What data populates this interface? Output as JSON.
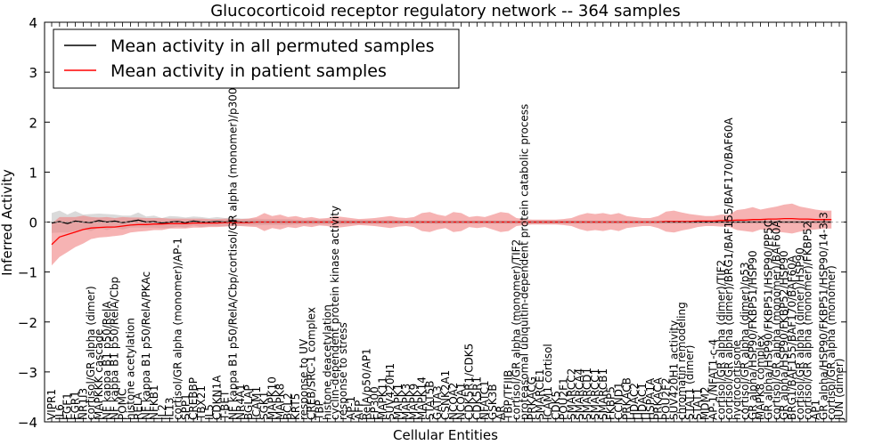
{
  "chart_data": {
    "type": "line",
    "title": "Glucocorticoid receptor regulatory network -- 364 samples",
    "xlabel": "Cellular Entities",
    "ylabel": "Inferred Activity",
    "ylim": [
      -4,
      4
    ],
    "yticks": [
      -4,
      -3,
      -2,
      -1,
      0,
      1,
      2,
      3,
      4
    ],
    "grid": false,
    "legend_position": "top-left",
    "categories": [
      "VIPR1",
      "IL6",
      "FGF1",
      "EGR1",
      "NR1I3",
      "cortisol/GR alpha (dimer)",
      "MAPKKK cascade",
      "NF kappa B1 p50/RelA",
      "NF kappa B1 p50/RelA/Cbp",
      "POMC",
      "histone acetylation",
      "RELA",
      "NF kappa B1 p50/RelA/PKAc",
      "NFKB1",
      "IL2",
      "IL13",
      "cortisol/GR alpha (monomer)/AP-1",
      "SPP1",
      "CREBBP",
      "TBX21",
      "IL5",
      "CDKN1A",
      "T-BET",
      "NF kappa B1 p50/RelA/Cbp/cortisol/GR alpha (monomer)/p300",
      "NR4A1",
      "BGLAP",
      "ICAM1",
      "SGK1",
      "MAPK10",
      "MAPK8",
      "BCL2",
      "KRT5",
      "response to UV",
      "CREB/SRC-1 complex",
      "TBP",
      "histone deacetylation",
      "cyclin-dependent protein kinase activity",
      "response to stress",
      "AP-1",
      "AFP",
      "RelA/p50/AP1",
      "EP300",
      "MAPK11",
      "SUV420H1",
      "MAPK1",
      "MAPK3",
      "MAPK9",
      "MAPK14",
      "STAT5B",
      "GATA3",
      "CSNK2A1",
      "NCOA2",
      "NCOA1",
      "CDK5R1/CDK5",
      "CDK5R1",
      "NFATC1",
      "GSK3B",
      "AR",
      "TBP/TFIIB",
      "cortisol/GR alpha (monomer)/TIF2",
      "proteasomal ubiquitin-dependent protein catabolic process",
      "PRKACG",
      "SMARCE1",
      "ICAM1 cortisol",
      "CDK5",
      "POU2F1",
      "SMARCC2",
      "SMARCA4",
      "SMARCD1",
      "SMARCC1",
      "SMARCB1",
      "FKBP5",
      "CCND1",
      "PRKACB",
      "HDAC2",
      "HDAC1",
      "HSPA1A",
      "PRKACA",
      "POU2F2",
      "SUV420H1 activity",
      "chromatin remodeling",
      "STAT1 (dimer)",
      "STAT1",
      "MDM2",
      "AP-1/NFAT1-c-4",
      "cortisol/GR alpha (dimer)/TIF2",
      "cortisol/GR alpha (dimer)/BRG1/BAF155/BAF170/BAF60A",
      "hydrocortisone",
      "cortisol/GR alpha (dimer)/p53",
      "GR alpha/HSP90/FKBP51/HSP90",
      "MAPK8 complex",
      "GR alpha/HSP90/FKBP51/HSP90/PP5C",
      "cortisol/GR alpha (monomer)/BAF60A",
      "GR alpha/HSP90/FKBP52/HSP90",
      "BRG1/BAF155/BAF170/BAF60A",
      "cortisol/GR alpha (dimer)/HSP90",
      "cortisol/GR alpha (monomer)/FKBP52",
      "AP1",
      "GR alpha/HSP90/FKBP51/HSP90/14-3-3",
      "cortisol/GR alpha (monomer)",
      "JUN (dimer)"
    ],
    "series": [
      {
        "name": "Mean activity in all permuted samples",
        "color": "#000000",
        "values": [
          -0.02,
          0.01,
          -0.03,
          0.02,
          0.0,
          -0.01,
          0.03,
          0.0,
          0.02,
          -0.01,
          0.01,
          0.04,
          0.0,
          0.01,
          -0.02,
          0.0,
          0.01,
          -0.01,
          0.02,
          0.0,
          0.0,
          0.01,
          0.0,
          0.01,
          0.0,
          0.0,
          0.0,
          0.0,
          0.0,
          0.0,
          0.0,
          0.0,
          0.0,
          0.0,
          0.0,
          0.0,
          0.0,
          0.0,
          0.0,
          0.0,
          0.0,
          0.0,
          0.0,
          0.0,
          0.0,
          0.0,
          0.0,
          0.0,
          0.0,
          0.0,
          0.0,
          0.0,
          0.0,
          0.0,
          0.0,
          0.0,
          0.0,
          0.0,
          0.0,
          0.0,
          0.0,
          0.0,
          0.0,
          0.0,
          0.0,
          0.0,
          0.0,
          0.0,
          0.0,
          0.0,
          0.0,
          0.0,
          0.0,
          0.0,
          0.0,
          0.0,
          0.0,
          0.0,
          0.0,
          0.0,
          0.0,
          0.0,
          0.0,
          0.0,
          0.0,
          0.0,
          0.0,
          0.0,
          0.0,
          0.0,
          0.0,
          0.0,
          0.0,
          0.0,
          0.0,
          0.0,
          0.0,
          0.0,
          0.0,
          0.0
        ],
        "band_halfwidth": [
          0.2,
          0.22,
          0.18,
          0.2,
          0.15,
          0.17,
          0.14,
          0.16,
          0.13,
          0.14,
          0.12,
          0.15,
          0.11,
          0.12,
          0.1,
          0.12,
          0.1,
          0.1,
          0.09,
          0.1,
          0.08,
          0.09,
          0.08,
          0.08,
          0.07,
          0.07,
          0.07,
          0.06,
          0.06,
          0.06,
          0.06,
          0.05,
          0.05,
          0.05,
          0.05,
          0.05,
          0.04,
          0.05,
          0.04,
          0.04,
          0.04,
          0.04,
          0.04,
          0.04,
          0.04,
          0.03,
          0.04,
          0.03,
          0.03,
          0.04,
          0.03,
          0.03,
          0.03,
          0.03,
          0.03,
          0.03,
          0.03,
          0.03,
          0.03,
          0.03,
          0.03,
          0.03,
          0.03,
          0.03,
          0.03,
          0.03,
          0.03,
          0.03,
          0.03,
          0.03,
          0.03,
          0.03,
          0.03,
          0.03,
          0.03,
          0.03,
          0.03,
          0.03,
          0.03,
          0.03,
          0.03,
          0.03,
          0.03,
          0.03,
          0.03,
          0.03,
          0.03,
          0.03,
          0.03,
          0.03,
          0.03,
          0.03,
          0.03,
          0.03,
          0.03,
          0.03,
          0.03,
          0.03,
          0.03,
          0.03
        ]
      },
      {
        "name": "Mean activity in patient samples",
        "color": "#ff0000",
        "values": [
          -0.45,
          -0.3,
          -0.25,
          -0.2,
          -0.15,
          -0.12,
          -0.11,
          -0.1,
          -0.1,
          -0.08,
          -0.06,
          -0.05,
          -0.05,
          -0.04,
          -0.04,
          -0.03,
          -0.03,
          -0.03,
          -0.02,
          -0.02,
          -0.02,
          -0.02,
          -0.01,
          -0.01,
          -0.01,
          -0.01,
          0.0,
          0.0,
          0.0,
          0.0,
          0.0,
          0.0,
          0.0,
          0.0,
          0.0,
          0.0,
          0.0,
          0.0,
          0.0,
          0.0,
          0.0,
          0.0,
          0.0,
          0.0,
          0.0,
          0.0,
          0.0,
          0.0,
          0.0,
          0.0,
          0.0,
          0.0,
          0.0,
          0.0,
          0.0,
          0.0,
          0.0,
          0.0,
          0.0,
          0.0,
          0.0,
          0.0,
          0.0,
          0.0,
          0.0,
          0.0,
          0.0,
          0.0,
          0.0,
          0.0,
          0.0,
          0.0,
          0.0,
          0.0,
          0.0,
          0.0,
          0.0,
          0.0,
          0.01,
          0.01,
          0.01,
          0.01,
          0.02,
          0.02,
          0.02,
          0.03,
          0.03,
          0.04,
          0.04,
          0.05,
          0.05,
          0.06,
          0.06,
          0.07,
          0.07,
          0.06,
          0.06,
          0.05,
          0.05,
          0.05
        ],
        "band_halfwidth": [
          0.42,
          0.4,
          0.35,
          0.3,
          0.28,
          0.22,
          0.2,
          0.2,
          0.18,
          0.18,
          0.15,
          0.14,
          0.13,
          0.12,
          0.12,
          0.1,
          0.1,
          0.1,
          0.09,
          0.09,
          0.08,
          0.08,
          0.08,
          0.07,
          0.07,
          0.08,
          0.1,
          0.18,
          0.12,
          0.15,
          0.1,
          0.12,
          0.08,
          0.1,
          0.07,
          0.08,
          0.12,
          0.1,
          0.08,
          0.06,
          0.07,
          0.08,
          0.1,
          0.12,
          0.09,
          0.08,
          0.1,
          0.18,
          0.2,
          0.15,
          0.12,
          0.2,
          0.18,
          0.1,
          0.12,
          0.1,
          0.15,
          0.2,
          0.18,
          0.08,
          0.06,
          0.05,
          0.05,
          0.05,
          0.05,
          0.06,
          0.08,
          0.14,
          0.18,
          0.16,
          0.18,
          0.15,
          0.18,
          0.12,
          0.1,
          0.08,
          0.08,
          0.12,
          0.2,
          0.22,
          0.18,
          0.15,
          0.12,
          0.1,
          0.1,
          0.12,
          0.12,
          0.2,
          0.22,
          0.25,
          0.2,
          0.22,
          0.25,
          0.28,
          0.3,
          0.25,
          0.22,
          0.2,
          0.18,
          0.18
        ]
      }
    ]
  }
}
